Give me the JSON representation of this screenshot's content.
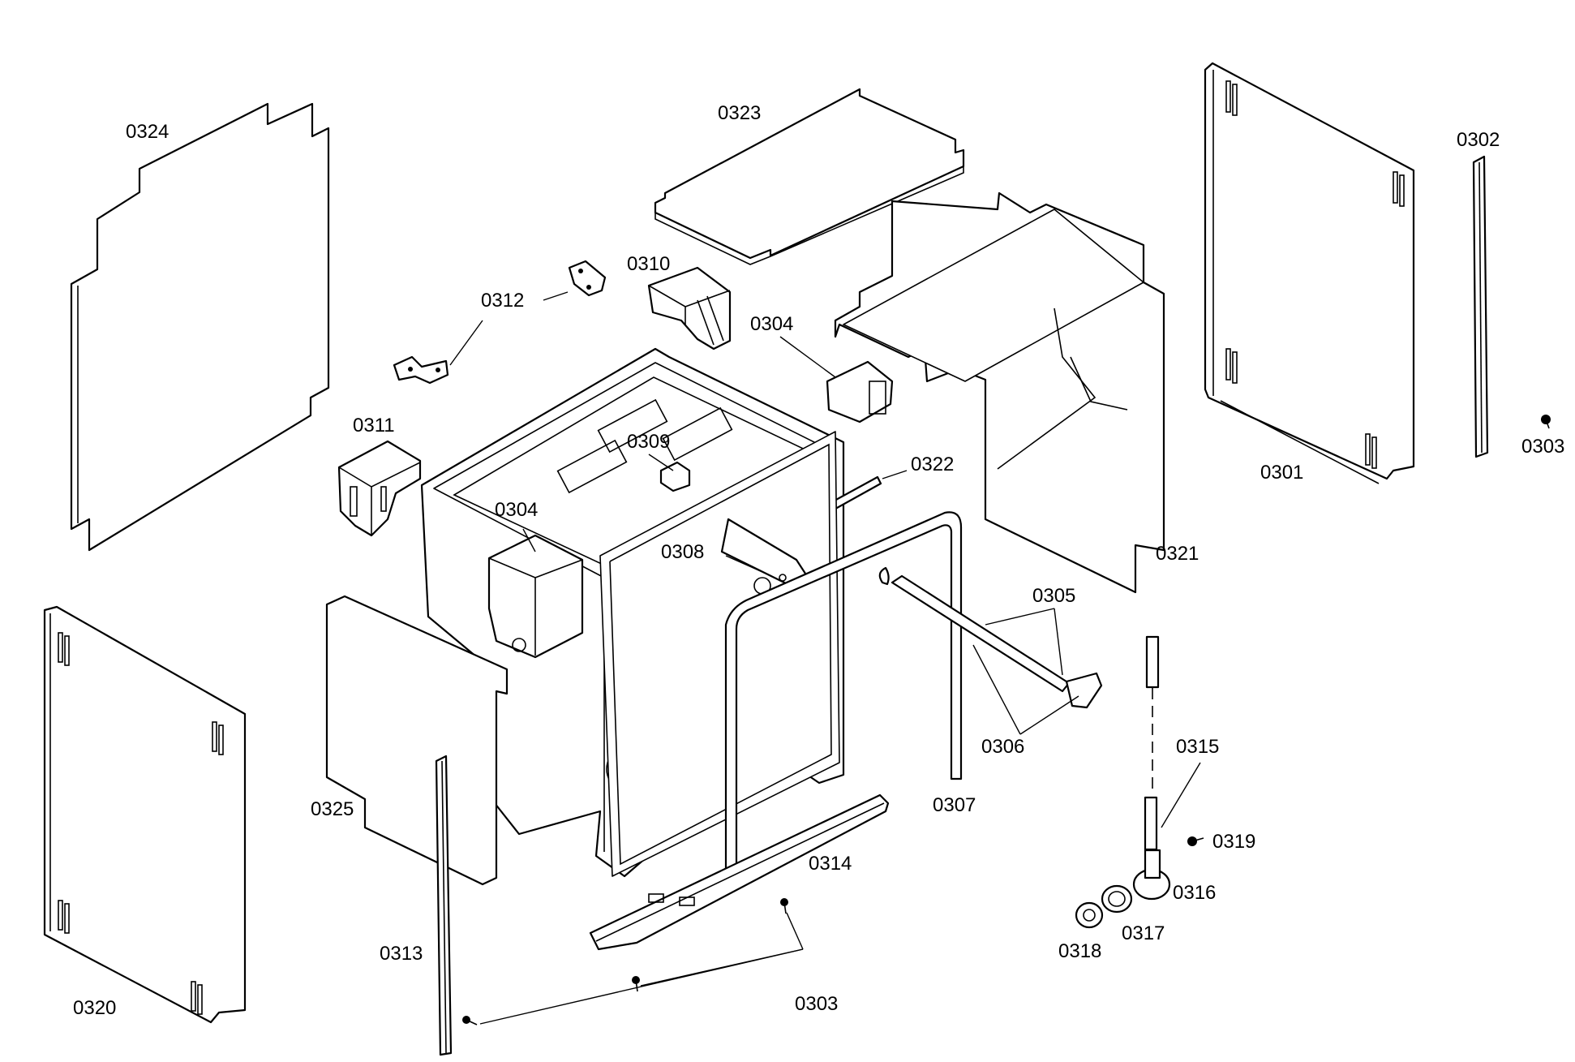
{
  "callouts": [
    {
      "id": "c0324",
      "text": "0324"
    },
    {
      "id": "c0323",
      "text": "0323"
    },
    {
      "id": "c0302",
      "text": "0302"
    },
    {
      "id": "c0310",
      "text": "0310"
    },
    {
      "id": "c0312",
      "text": "0312"
    },
    {
      "id": "c0304a",
      "text": "0304"
    },
    {
      "id": "c0311",
      "text": "0311"
    },
    {
      "id": "c0309",
      "text": "0309"
    },
    {
      "id": "c0322",
      "text": "0322"
    },
    {
      "id": "c0303a",
      "text": "0303"
    },
    {
      "id": "c0301",
      "text": "0301"
    },
    {
      "id": "c0304b",
      "text": "0304"
    },
    {
      "id": "c0308",
      "text": "0308"
    },
    {
      "id": "c0321",
      "text": "0321"
    },
    {
      "id": "c0305",
      "text": "0305"
    },
    {
      "id": "c0306",
      "text": "0306"
    },
    {
      "id": "c0315",
      "text": "0315"
    },
    {
      "id": "c0325",
      "text": "0325"
    },
    {
      "id": "c0307",
      "text": "0307"
    },
    {
      "id": "c0319",
      "text": "0319"
    },
    {
      "id": "c0314",
      "text": "0314"
    },
    {
      "id": "c0316",
      "text": "0316"
    },
    {
      "id": "c0317",
      "text": "0317"
    },
    {
      "id": "c0313",
      "text": "0313"
    },
    {
      "id": "c0318",
      "text": "0318"
    },
    {
      "id": "c0320",
      "text": "0320"
    },
    {
      "id": "c0303b",
      "text": "0303"
    }
  ]
}
